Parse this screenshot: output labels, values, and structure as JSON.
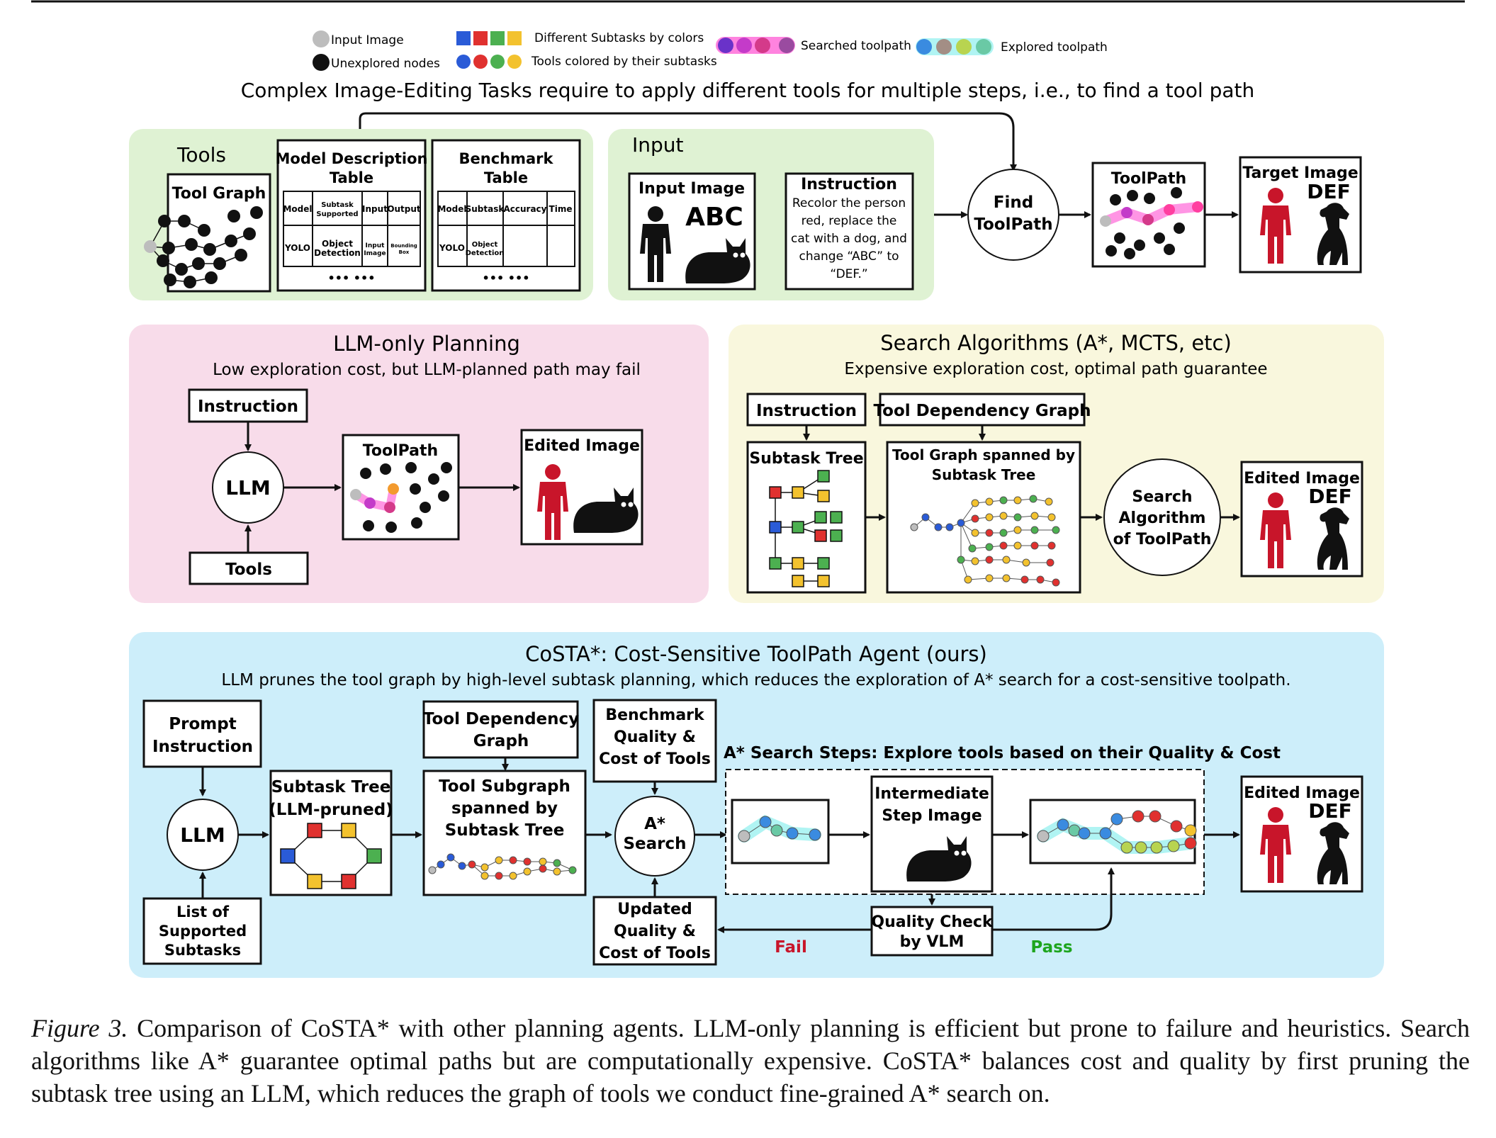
{
  "legend": {
    "input_image": "Input Image",
    "unexplored_nodes": "Unexplored nodes",
    "subtasks_by_colors": "Different Subtasks by colors",
    "tools_colored": "Tools colored by their subtasks",
    "searched_toolpath": "Searched toolpath",
    "explored_toolpath": "Explored toolpath"
  },
  "headline": "Complex Image-Editing Tasks require to apply different tools for multiple steps, i.e., to find a tool path",
  "tools_panel": {
    "title": "Tools",
    "tool_graph": "Tool Graph",
    "model_desc_title": [
      "Model Description",
      "Table"
    ],
    "model_desc_headers": [
      "Model",
      "Subtask",
      "Supported",
      "Input",
      "Output"
    ],
    "model_desc_row": [
      "YOLO",
      "Object",
      "Detection",
      "Input",
      "Image",
      "Bounding",
      "Box"
    ],
    "benchmark_title": [
      "Benchmark",
      "Table"
    ],
    "benchmark_headers": [
      "Model",
      "Subtask",
      "Accuracy",
      "Time"
    ],
    "benchmark_row": [
      "YOLO",
      "Object",
      "Detection"
    ],
    "ellipsis": "••• •••"
  },
  "input_panel": {
    "title": "Input",
    "input_image": "Input Image",
    "abc": "ABC",
    "instruction_title": "Instruction",
    "instruction_lines": [
      "Recolor the person",
      "red, replace the",
      "cat with a dog, and",
      "change “ABC” to",
      "“DEF.”"
    ]
  },
  "find_toolpath": [
    "Find",
    "ToolPath"
  ],
  "toolpath_label": "ToolPath",
  "target_image": "Target Image",
  "def": "DEF",
  "llm_panel": {
    "title": "LLM-only Planning",
    "subtitle": "Low exploration cost, but LLM-planned path may fail",
    "instruction": "Instruction",
    "llm": "LLM",
    "tools": "Tools",
    "toolpath": "ToolPath",
    "edited_image": "Edited Image"
  },
  "search_panel": {
    "title": "Search Algorithms (A*, MCTS, etc)",
    "subtitle": "Expensive exploration cost, optimal path guarantee",
    "instruction": "Instruction",
    "tool_dep_graph": "Tool Dependency Graph",
    "subtask_tree": "Subtask Tree",
    "tool_graph_spanned": [
      "Tool Graph spanned by",
      "Subtask Tree"
    ],
    "search_algo": [
      "Search",
      "Algorithm",
      "of ToolPath"
    ],
    "edited_image": "Edited Image"
  },
  "costa_panel": {
    "title": "CoSTA*: Cost-Sensitive ToolPath Agent (ours)",
    "subtitle": "LLM prunes the tool graph by high-level subtask planning, which reduces the exploration of A* search for a cost-sensitive toolpath.",
    "prompt_instruction": [
      "Prompt",
      "Instruction"
    ],
    "llm": "LLM",
    "list_supported": [
      "List of",
      "Supported",
      "Subtasks"
    ],
    "subtask_tree": [
      "Subtask Tree",
      "(LLM-pruned)"
    ],
    "tool_dep_graph": [
      "Tool Dependency",
      "Graph"
    ],
    "tool_subgraph": [
      "Tool Subgraph",
      "spanned by",
      "Subtask Tree"
    ],
    "benchmark_qc": [
      "Benchmark",
      "Quality &",
      "Cost of Tools"
    ],
    "astar": [
      "A*",
      "Search"
    ],
    "updated_qc": [
      "Updated",
      "Quality &",
      "Cost of Tools"
    ],
    "astar_steps": "A* Search Steps: Explore tools based on their Quality & Cost",
    "intermediate": [
      "Intermediate",
      "Step Image"
    ],
    "quality_check": [
      "Quality Check",
      "by VLM"
    ],
    "fail": "Fail",
    "pass": "Pass",
    "edited_image": "Edited Image"
  },
  "caption": {
    "label": "Figure 3.",
    "text": "Comparison of CoSTA* with other planning agents. LLM-only planning is efficient but prone to failure and heuristics. Search algorithms like A* guarantee optimal paths but are computationally expensive. CoSTA* balances cost and quality by first pruning the subtask tree using an LLM, which reduces the graph of tools we conduct fine-grained A* search on."
  },
  "colors": {
    "green_panel": "#dff2d3",
    "pink_panel": "#f8dcea",
    "yellow_panel": "#f9f7dd",
    "blue_panel": "#cdeefa",
    "red": "#c8152a",
    "blue": "#2a5bd7",
    "green": "#4cb050",
    "yellow": "#f3c22e",
    "fail": "#c8152a",
    "pass": "#1ea51e"
  }
}
